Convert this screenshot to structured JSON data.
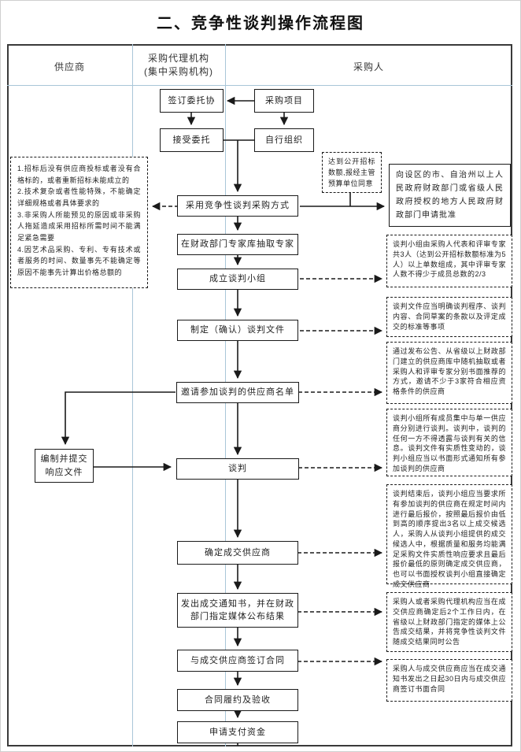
{
  "title": "二、竞争性谈判操作流程图",
  "columns": {
    "supplier": "供应商",
    "agency": [
      "采购代理机构",
      "(集中采购机构)"
    ],
    "purchaser": "采购人"
  },
  "flow": {
    "sign_agreement": "签订委托协",
    "procurement_project": "采购项目",
    "accept_commission": "接受委托",
    "self_organize": "自行组织",
    "adopt_method": "采用竞争性谈判采购方式",
    "draw_experts": "在财政部门专家库抽取专家",
    "form_team": "成立谈判小组",
    "draft_documents": "制定（确认）谈判文件",
    "invite_list": "邀请参加谈判的供应商名单",
    "negotiate": "谈判",
    "determine_supplier": "确定成交供应商",
    "issue_notice": "发出成交通知书，并在财政部门指定媒体公布结果",
    "sign_contract": "与成交供应商签订合同",
    "contract_acceptance": "合同履约及验收",
    "apply_payment": "申请支付资金",
    "prepare_response": [
      "编制并提交",
      "响应文件"
    ]
  },
  "notes": {
    "conditions": [
      "1.招标后没有供应商投标或者没有合格标的，或者重新招标未能成立的",
      "2.技术复杂或者性能特殊，不能确定详细规格或者具体要求的",
      "3.非采购人所能预见的原因或非采购人拖延造成采用招标所需时间不能满足紧急需要",
      "4.因艺术品采购、专利、专有技术或者服务的时间、数量事先不能确定等原因不能事先计算出价格总额的"
    ],
    "reach_threshold": "达到公开招标数额,报经主管预算单位同意",
    "apply_approval": "向设区的市、自治州以上人民政府财政部门或省级人民政府授权的地方人民政府财政部门申请批准",
    "team_composition": "谈判小组由采购人代表和评审专家共3人（达到公开招标数额标准为5人）以上单数组成，其中评审专家人数不得少于成员总数的2/3",
    "doc_requirements": "谈判文件应当明确谈判程序、谈判内容、合同草案的条款以及评定成交的标准等事项",
    "invitation_method": "通过发布公告、从省级以上财政部门建立的供应商库中随机抽取或者采购人和评审专家分别书面推荐的方式，邀请不少于3家符合相应资格条件的供应商",
    "negotiation_rules": "谈判小组所有成员集中与单一供应商分别进行谈判。谈判中，谈判的任何一方不得透露与谈判有关的信息。谈判文件有实质性变动的，谈判小组应当以书面形式通知所有参加谈判的供应商",
    "final_quote": "谈判结束后，谈判小组应当要求所有参加谈判的供应商在规定时间内进行最后报价，按照最后报价由低到高的顺序提出3名以上成交候选人，采购人从谈判小组提供的成交候选人中，根据质量和服务均能满足采购文件实质性响应要求且最后报价最低的原则确定成交供应商，也可以书面授权谈判小组直接确定成交供应商",
    "announce_result": "采购人或者采购代理机构应当在成交供应商确定后2个工作日内，在省级以上财政部门指定的媒体上公告成交结果，并将竞争性谈判文件随成交结果同时公告",
    "contract_deadline": "采购人与成交供应商应当在成交通知书发出之日起30日内与成交供应商签订书面合同"
  }
}
